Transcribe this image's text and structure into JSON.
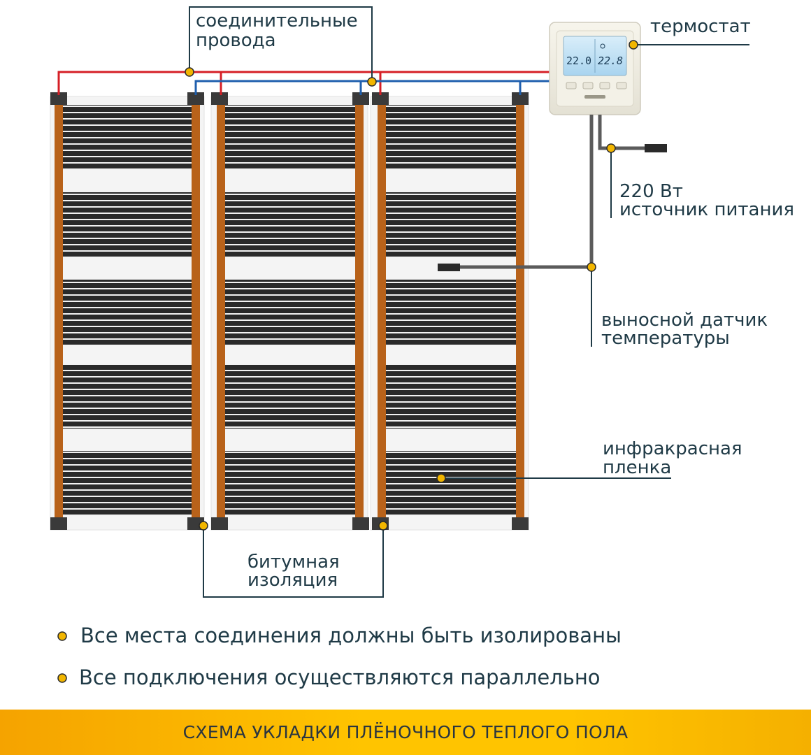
{
  "labels": {
    "connecting_wires": [
      "соединительные",
      "провода"
    ],
    "thermostat": "термостат",
    "power": [
      "220 Вт",
      "источник питания"
    ],
    "sensor": [
      "выносной датчик",
      "температуры"
    ],
    "film": [
      "инфракрасная",
      "пленка"
    ],
    "insulation": [
      "битумная",
      "изоляция"
    ]
  },
  "thermostat_display": {
    "left_temp": "22.0",
    "right_temp": "22.8"
  },
  "notes": [
    "Все места соединения должны быть изолированы",
    "Все подключения осуществляются параллельно"
  ],
  "footer": "СХЕМА УКЛАДКИ ПЛЁНОЧНОГО ТЕПЛОГО ПОЛА",
  "colors": {
    "dot": "#f2b600",
    "leader": "#1f3a46",
    "red_wire": "#d61f26",
    "blue_wire": "#1f5fae",
    "copper_bus": "#b8621a",
    "carbon_strip": "#2b2b2b"
  }
}
